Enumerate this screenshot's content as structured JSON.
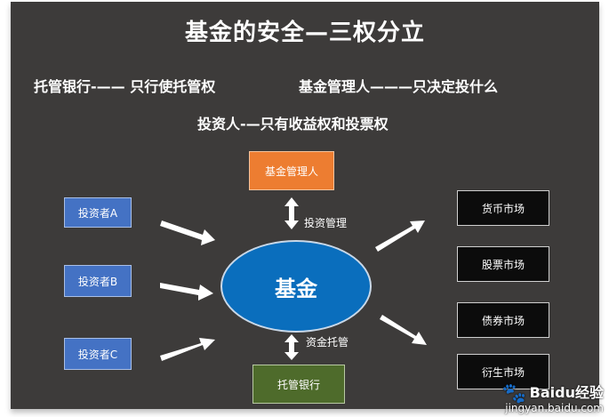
{
  "title": "基金的安全—三权分立",
  "lines": {
    "bank_role": "托管银行-—— 只行使托管权",
    "manager_role": "基金管理人———只决定投什么",
    "investor_role": "投资人-—只有收益权和投票权"
  },
  "nodes": {
    "manager": "基金管理人",
    "fund": "基金",
    "bank": "托管银行",
    "investors": [
      "投资者A",
      "投资者B",
      "投资者C"
    ],
    "markets": [
      "货币市场",
      "股票市场",
      "债券市场",
      "衍生市场"
    ]
  },
  "edges": {
    "manager_edge": "投资管理",
    "bank_edge": "资金托管"
  },
  "watermark": {
    "brand": "Baidu经验",
    "url": "jingyan.baidu.com"
  },
  "colors": {
    "background": "#3d3b3a",
    "investor": "#4472c4",
    "manager": "#ed7d31",
    "bank": "#4e6b2b",
    "fund": "#0a6ebd",
    "market": "#0c0c0c"
  }
}
